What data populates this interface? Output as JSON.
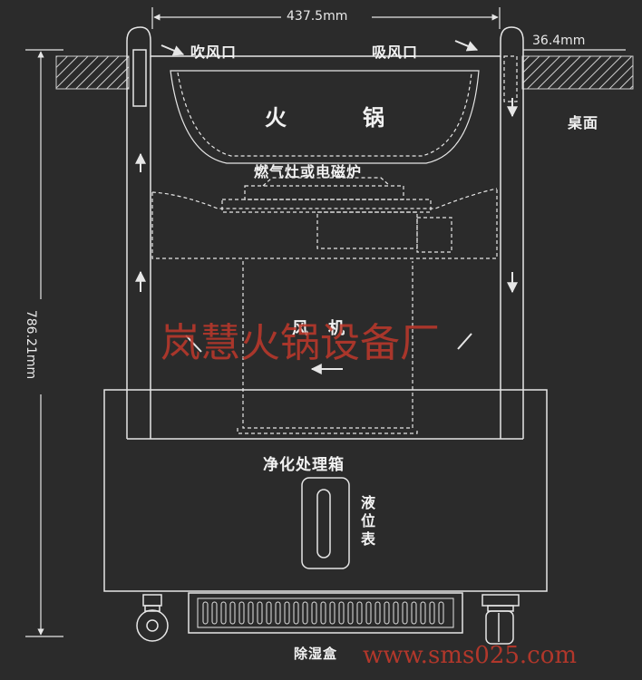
{
  "dimensions": {
    "width_label": "437.5mm",
    "height_label": "786.21mm",
    "side_label": "36.4mm"
  },
  "labels": {
    "blow_outlet": "吹风口",
    "suction_inlet": "吸风口",
    "tabletop": "桌面",
    "hotpot_left": "火",
    "hotpot_right": "锅",
    "stove": "燃气灶或电磁炉",
    "fan_left": "风",
    "fan_right": "机",
    "purifier": "净化处理箱",
    "level_gauge": "液位表",
    "dehumidifier": "除湿盒"
  },
  "watermarks": {
    "company": "岚慧火锅设备厂",
    "site": "www.sms025.com"
  },
  "colors": {
    "background": "#2b2b2b",
    "line": "#e6e6e6",
    "watermark": "#c0392b"
  }
}
